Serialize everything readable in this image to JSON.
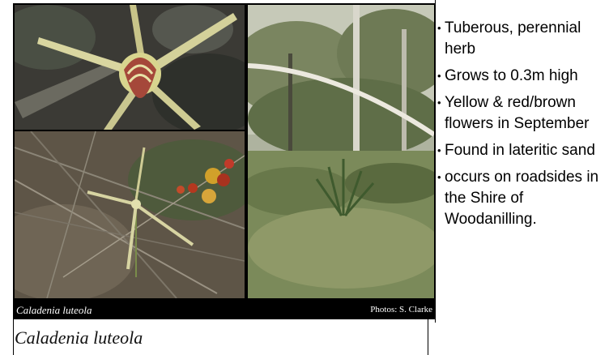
{
  "photos": {
    "caption_left": "Caladenia luteola",
    "caption_right": "Photos: S. Clarke"
  },
  "title": "Caladenia luteola",
  "bullets": [
    "Tuberous, perennial herb",
    "Grows to 0.3m high",
    "Yellow & red/brown flowers in September",
    "Found in lateritic sand",
    "occurs on roadsides in the Shire of Woodanilling."
  ]
}
